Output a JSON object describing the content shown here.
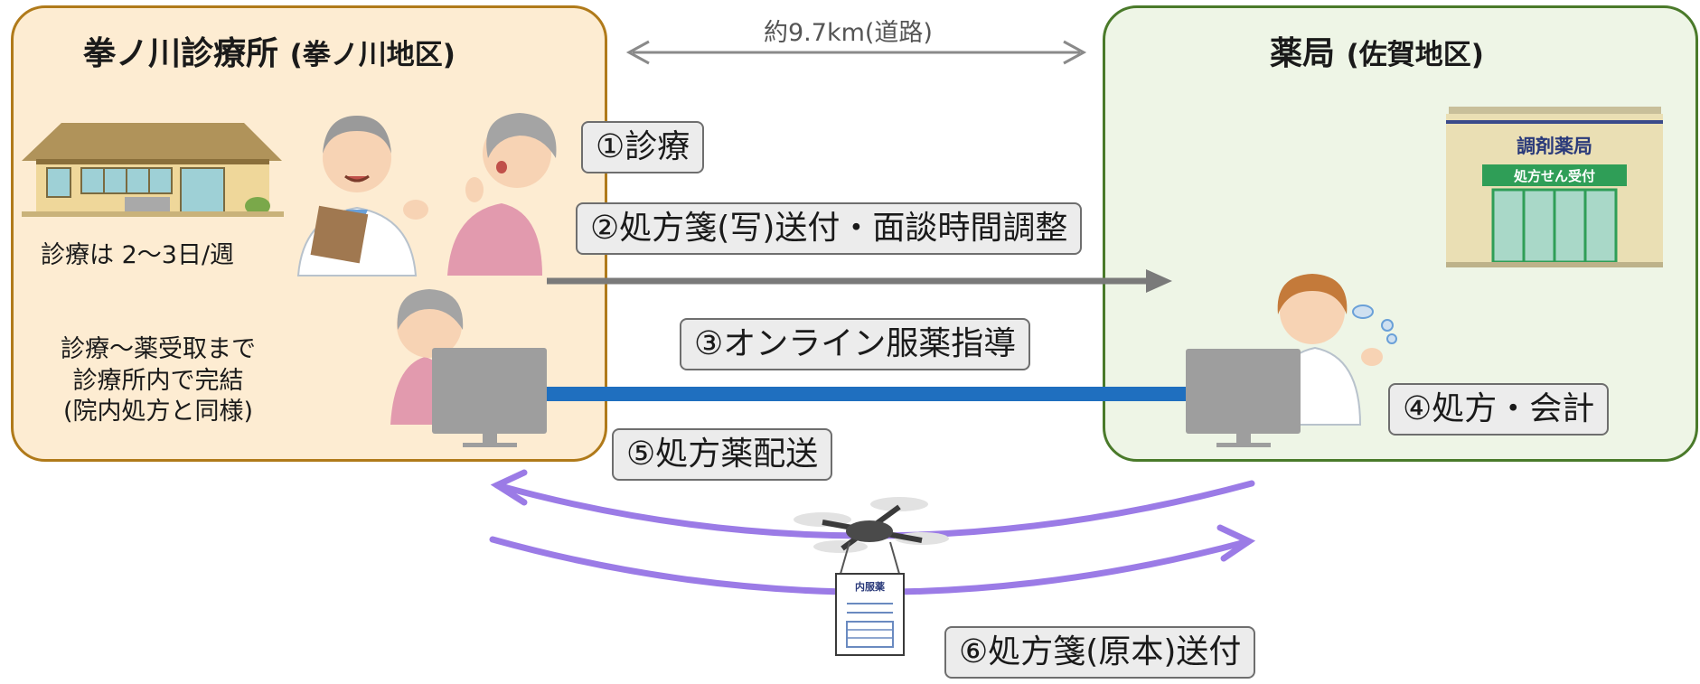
{
  "clinic": {
    "title": "拳ノ川診療所",
    "area": "(拳ノ川地区)",
    "schedule": "診療は 2～3日/週",
    "note_line1": "診療～薬受取まで",
    "note_line2": "診療所内で完結",
    "note_line3": "(院内処方と同様)"
  },
  "pharmacy": {
    "title": "薬局",
    "area": "(佐賀地区)",
    "sign": "調剤薬局",
    "sign_sub": "処方せん受付"
  },
  "distance": "約9.7km(道路)",
  "steps": {
    "s1": "①診療",
    "s2": "②処方箋(写)送付・面談時間調整",
    "s3": "③オンライン服薬指導",
    "s4": "④処方・会計",
    "s5": "⑤処方薬配送",
    "s6": "⑥処方箋(原本)送付"
  },
  "package_label": "内服薬",
  "colors": {
    "clinic_bg": "#fdecd2",
    "clinic_border": "#b07a1a",
    "pharmacy_bg": "#eef5e6",
    "pharmacy_border": "#4a7a2a",
    "online_line": "#1f6fbf",
    "drone_arrows": "#9b7be6",
    "send_arrow": "#7a7a7a"
  }
}
